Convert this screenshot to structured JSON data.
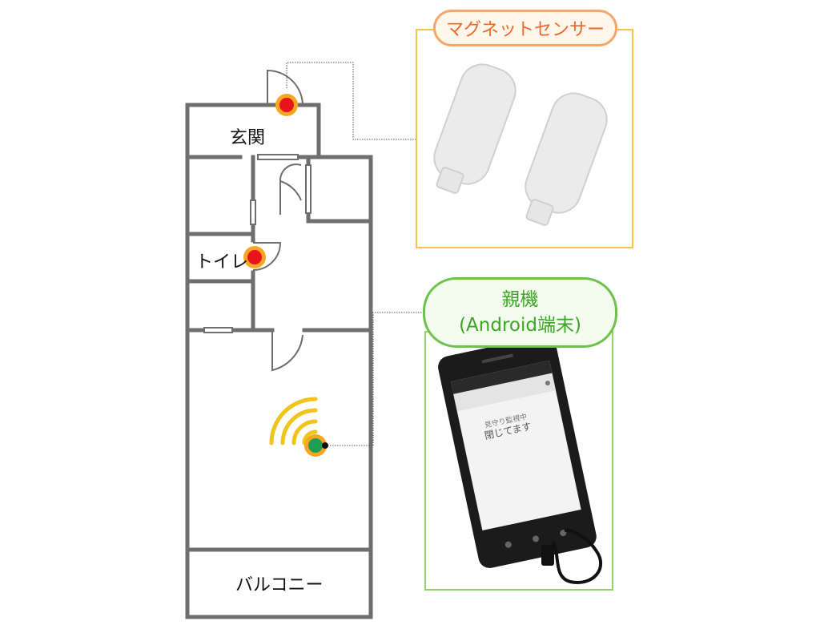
{
  "rooms": {
    "entrance": "玄関",
    "toilet": "トイレ",
    "balcony": "バルコニー"
  },
  "callouts": {
    "magnet_sensor": "マグネットセンサー",
    "hub_line1": "親機",
    "hub_line2": "(Android端末)"
  },
  "phone_screen": {
    "line1": "見守り監視中",
    "line2": "閉じてます"
  },
  "colors": {
    "wall": "#6e6e6e",
    "sensor_dot": "#e8141b",
    "sensor_ring": "#f5a623",
    "hub_dot": "#1f9d55",
    "signal": "#f0c419",
    "sensor_accent": "#f4a76a",
    "hub_accent": "#6cc24a"
  }
}
